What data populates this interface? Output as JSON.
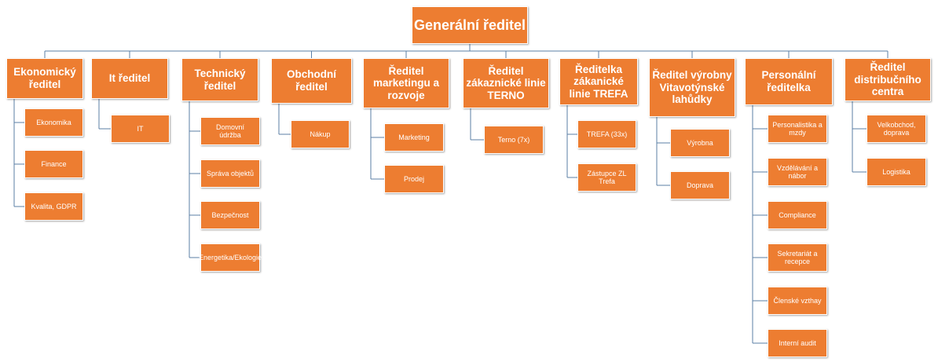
{
  "colors": {
    "box": "#ED7D31",
    "text": "#FFFFFF",
    "line": "#5B7FA6"
  },
  "root": {
    "label": "Generální ředitel"
  },
  "departments": [
    {
      "label": "Ekonomický ředitel",
      "children": [
        "Ekonomika",
        "Finance",
        "Kvalita, GDPR"
      ]
    },
    {
      "label": "It ředitel",
      "children": [
        "IT"
      ]
    },
    {
      "label": "Technický ředitel",
      "children": [
        "Domovní údržba",
        "Správa objektů",
        "Bezpečnost",
        "Energetika/Ekologie"
      ]
    },
    {
      "label": "Obchodní ředitel",
      "children": [
        "Nákup"
      ]
    },
    {
      "label": "Ředitel marketingu a rozvoje",
      "children": [
        "Marketing",
        "Prodej"
      ]
    },
    {
      "label": "Ředitel zákaznické linie TERNO",
      "children": [
        "Terno (7x)"
      ]
    },
    {
      "label": "Ředitelka zákanické linie TREFA",
      "children": [
        "TREFA (33x)",
        "Zástupce ZL Trefa"
      ]
    },
    {
      "label": "Ředitel výrobny Vitavotýnské lahůdky",
      "children": [
        "Výrobna",
        "Doprava"
      ]
    },
    {
      "label": "Personální ředitelka",
      "children": [
        "Personalistika a mzdy",
        "Vzdělávání a nábor",
        "Compliance",
        "Sekretariát a recepce",
        "Členské vzthay",
        "Interní audit"
      ]
    },
    {
      "label": "Ředitel distribučního centra",
      "children": [
        "Velkobchod, doprava",
        "Logistika"
      ]
    }
  ]
}
